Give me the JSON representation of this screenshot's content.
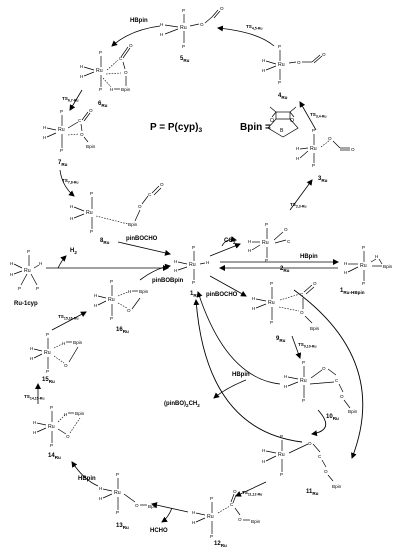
{
  "legend": {
    "p_def": "P = P(cyp)",
    "p_sub": "3",
    "bpin_label": "Bpin ="
  },
  "common": {
    "ru": "Ru",
    "p": "P",
    "h": "H",
    "o": "O",
    "c": "C",
    "bpin": "Bpin",
    "hbpin": "HBpin",
    "b": "B"
  },
  "compounds": {
    "c1": "1",
    "c2": "2",
    "c3": "3",
    "c4": "4",
    "c5": "5",
    "c6": "6",
    "c7": "7",
    "c8": "8",
    "c9": "9",
    "c10": "10",
    "c11": "11",
    "c12": "12",
    "c13": "13",
    "c14": "14",
    "c15": "15",
    "c16": "16",
    "ru_sub": "Ru",
    "ru1cyp": "Ru-1cyp",
    "ru_hbpin_sub": "Ru-HBpin"
  },
  "ts": {
    "ts45": "TS",
    "ts45_sub": "4,5-Ru",
    "ts34": "TS",
    "ts34_sub": "3,4-Ru",
    "ts23": "TS",
    "ts23_sub": "2,3-Ru",
    "ts67": "TS",
    "ts67_sub": "6,7-Ru",
    "ts78": "TS",
    "ts78_sub": "7,8-Ru",
    "ts910": "TS",
    "ts910_sub": "9,10-Ru",
    "ts1112": "TS",
    "ts1112_sub": "11,12-Ru",
    "ts1415": "TS",
    "ts1415_sub": "14,15-Ru",
    "ts1516": "TS",
    "ts1516_sub": "15,16-Ru"
  },
  "reagents": {
    "h2": "H",
    "h2_sub": "2",
    "co2": "CO",
    "co2_sub": "2",
    "hbpin_top": "HBpin",
    "hbpin_right": "HBpin",
    "hbpin_mid": "HBpin",
    "hbpin_left": "HBpin",
    "pinbocho_top": "pinBOCHO",
    "pinbocho_mid": "pinBOCHO",
    "pinbobpin": "pinBOBpin",
    "pinbo2ch2": "(pinBO)",
    "pinbo2ch2_sub": "2",
    "pinbo2ch2_tail": "CH",
    "pinbo2ch2_sub2": "2",
    "hcho": "HCHO"
  }
}
